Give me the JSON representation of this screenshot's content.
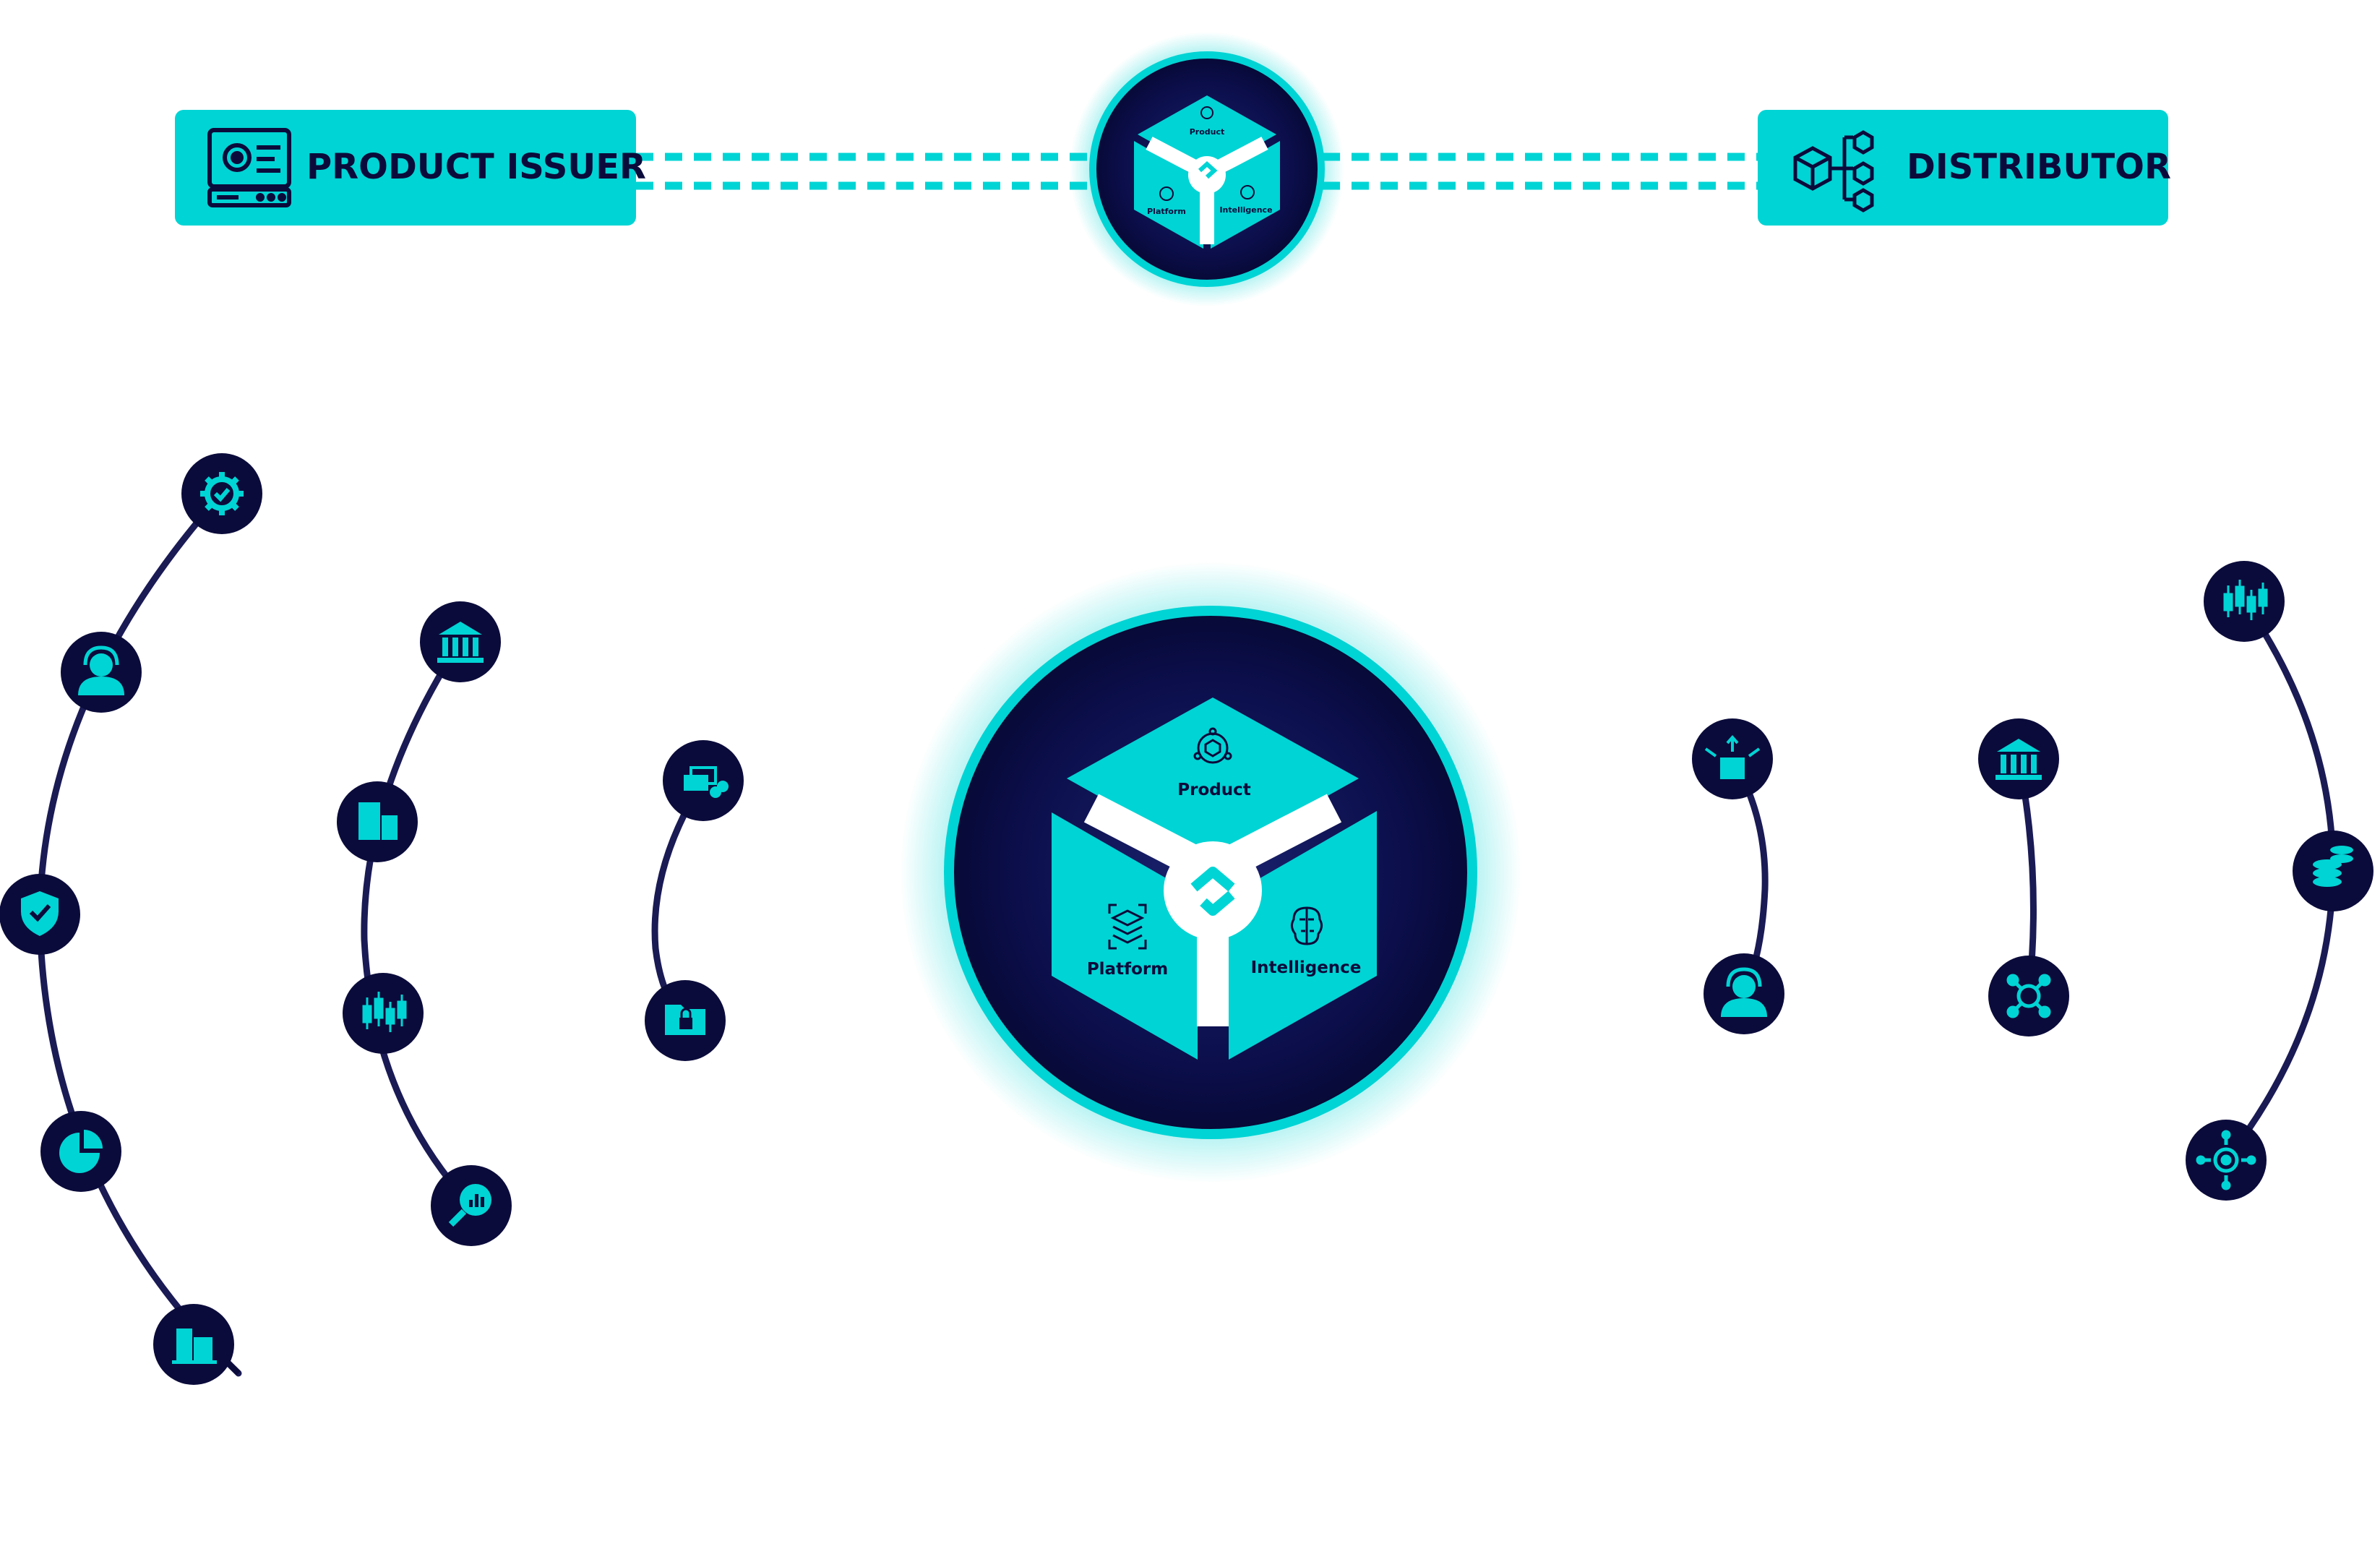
{
  "colors": {
    "accent": "#00d4d4",
    "navy": "#0b0b3b",
    "white": "#ffffff"
  },
  "issuer": {
    "label": "PRODUCT ISSUER",
    "icon": "computer-settings-icon"
  },
  "distributor": {
    "label": "DISTRIBUTOR",
    "icon": "cube-network-icon"
  },
  "hub": {
    "product": "Product",
    "platform": "Platform",
    "intelligence": "Intelligence"
  },
  "arcs": {
    "issuer_outer": [
      "gear-check-icon",
      "support-agent-icon",
      "shield-check-icon",
      "pie-chart-icon",
      "building-search-icon"
    ],
    "issuer_middle": [
      "bank-icon",
      "office-building-icon",
      "candlestick-chart-icon",
      "analytics-search-icon"
    ],
    "issuer_inner": [
      "money-stack-icon",
      "secure-folder-icon"
    ],
    "distributor_inner": [
      "box-distribution-icon",
      "support-agent-icon"
    ],
    "distributor_middle": [
      "bank-icon",
      "network-hub-icon"
    ],
    "distributor_outer": [
      "candlestick-chart-icon",
      "coin-stack-icon",
      "gear-network-icon"
    ]
  }
}
